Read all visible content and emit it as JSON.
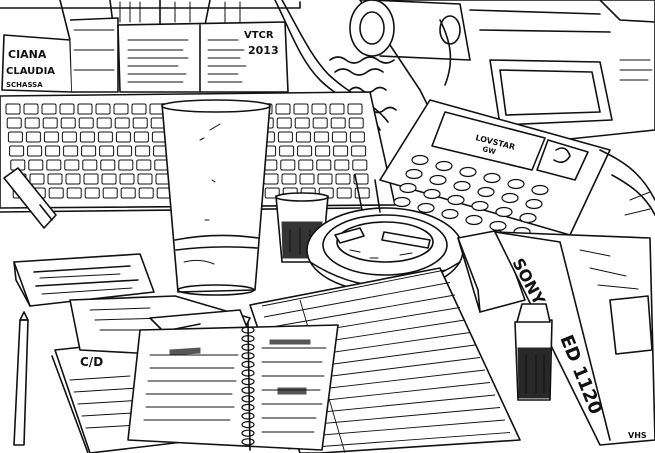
{
  "notes": {
    "card_line1": "CIANA",
    "card_line2": "CLAUDIA",
    "card_line3": "SCHASSA",
    "calendar_heading": "VTCR",
    "calendar_year": "2013"
  },
  "calculator": {
    "brand": "LOVSTAR",
    "model": "GW"
  },
  "tape_box": {
    "brand": "SONY",
    "model": "ED 1120",
    "corner": "VHS"
  },
  "notebook": {
    "label": "C/D"
  },
  "ink": {
    "stroke": "#111111",
    "paper": "#ffffff"
  }
}
